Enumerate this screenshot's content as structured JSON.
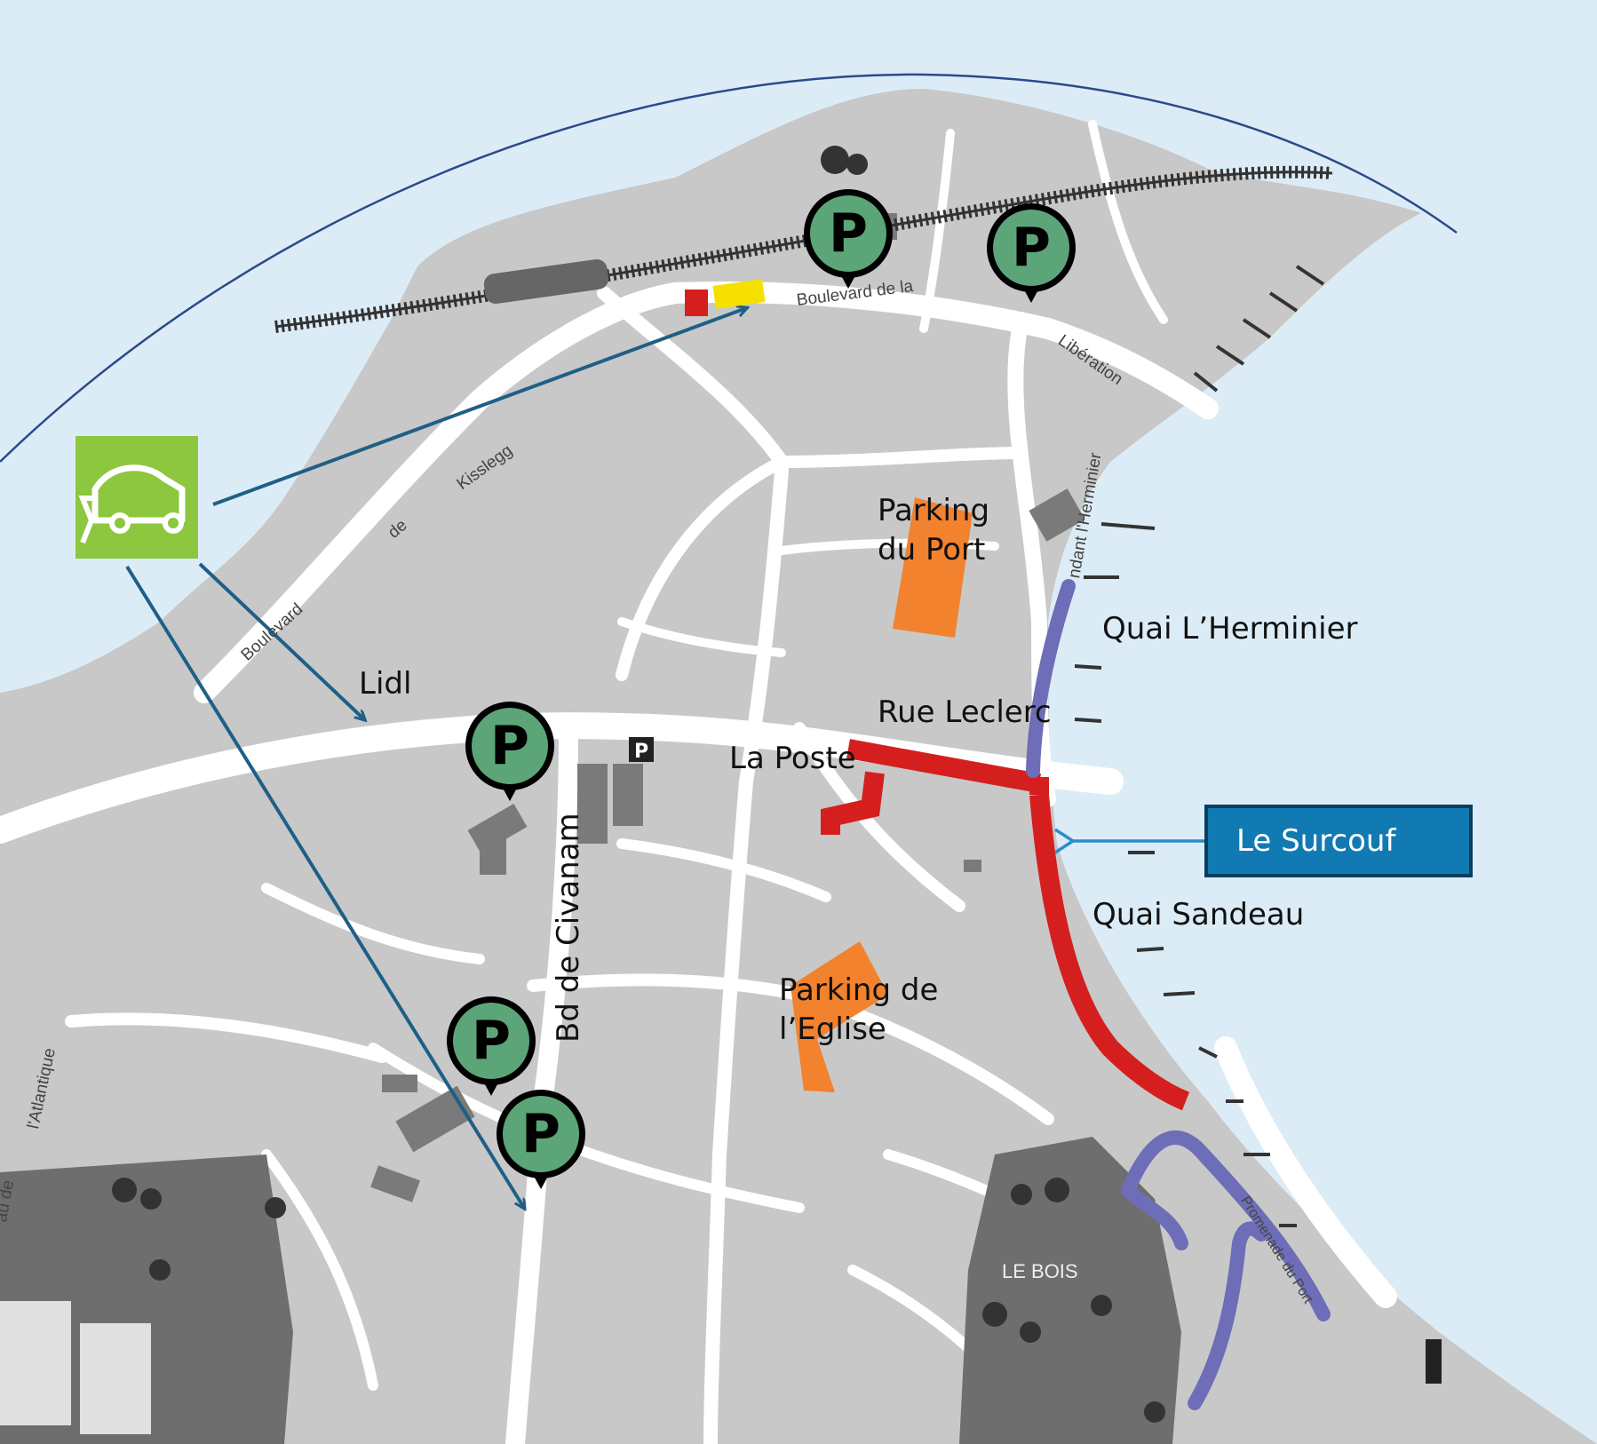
{
  "colors": {
    "sea": "#dcecf7",
    "land": "#c7c7c7",
    "road": "#ffffff",
    "quay_red": "#d51f1f",
    "quay_purple": "#6d6db8",
    "parking_orange": "#f2822e",
    "parking_pin": "#5ca578",
    "ev_green": "#8dc63f",
    "arrow_blue": "#1f5f86",
    "surcouf_box": "#127ab3"
  },
  "labels": {
    "parking_port": [
      "Parking",
      "du Port"
    ],
    "quai_lherminier": "Quai L’Herminier",
    "rue_leclerc": "Rue Leclerc",
    "la_poste": "La Poste",
    "le_surcouf": "Le Surcouf",
    "quai_sandeau": "Quai Sandeau",
    "parking_eglise": [
      "Parking de",
      "l’Eglise"
    ],
    "bd_civanam": "Bd de Civanam",
    "lidl": "Lidl",
    "le_bois": "LE BOIS"
  },
  "streets": {
    "bd_liberation_1": "Boulevard de la",
    "bd_liberation_2": "Libération",
    "bd_kisslegg_1": "Boulevard",
    "bd_kisslegg_2": "de",
    "bd_kisslegg_3": "Kisslegg",
    "cdt_lherminier": "ndant l'Herminier",
    "atlantique": "l'Atlantique",
    "atlantique_prefix": "au de",
    "promenade": "Promenade du Port"
  },
  "icons": {
    "parking_pin_letter": "P",
    "small_parking_letter": "P",
    "ev_charging": "electric-car-charging-icon"
  }
}
